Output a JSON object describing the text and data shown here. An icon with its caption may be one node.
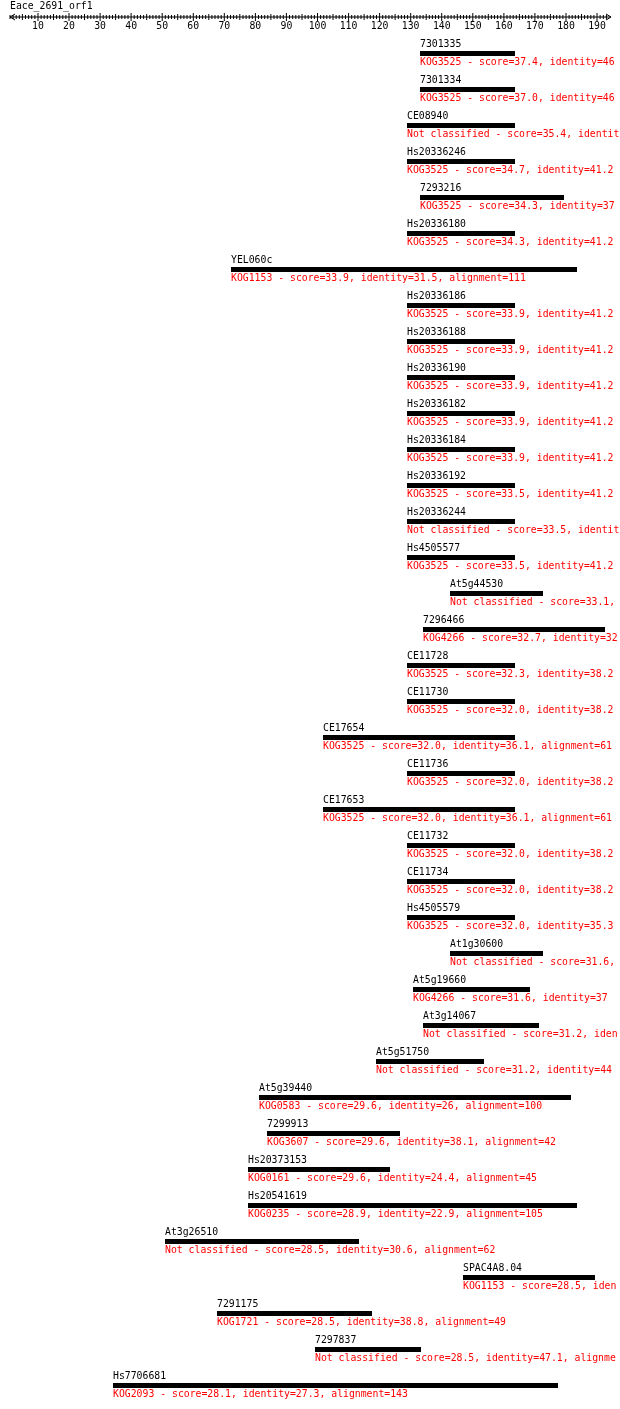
{
  "diagram": {
    "title": "Eace_2691_orf1",
    "nodes": [
      {
        "text": [
          "7301335"
        ],
        "beside": [
          "KOG3525 - score=37.4, identity=46"
        ]
      },
      {
        "text": [
          "7301334"
        ],
        "beside": [
          "KOG3525 - score=37.0, identity=46"
        ]
      },
      {
        "text": [
          "CE08940"
        ],
        "beside": [
          "Not classified - score=35.4, identit"
        ]
      },
      {
        "text": [
          "Hs20336246"
        ],
        "beside": [
          "KOG3525 - score=34.7, identity=41.2"
        ]
      },
      {
        "text": [
          "7293216"
        ],
        "beside": [
          "KOG3525 - score=34.3, identity=37"
        ]
      },
      {
        "text": [
          "Hs20336180"
        ],
        "beside": [
          "KOG3525 - score=34.3, identity=41.2"
        ]
      },
      {
        "text": [
          "YEL060c"
        ],
        "beside": [
          "KOG1153 - score=33.9, identity=31.5, alignment=111"
        ]
      },
      {
        "text": [
          "Hs20336186"
        ],
        "beside": [
          "KOG3525 - score=33.9, identity=41.2"
        ]
      },
      {
        "text": [
          "Hs20336188"
        ],
        "beside": [
          "KOG3525 - score=33.9, identity=41.2"
        ]
      },
      {
        "text": [
          "Hs20336190"
        ],
        "beside": [
          "KOG3525 - score=33.9, identity=41.2"
        ]
      },
      {
        "text": [
          "Hs20336182"
        ],
        "beside": [
          "KOG3525 - score=33.9, identity=41.2"
        ]
      },
      {
        "text": [
          "Hs20336184"
        ],
        "beside": [
          "KOG3525 - score=33.9, identity=41.2"
        ]
      },
      {
        "text": [
          "Hs20336192"
        ],
        "beside": [
          "KOG3525 - score=33.5, identity=41.2"
        ]
      },
      {
        "text": [
          "Hs20336244"
        ],
        "beside": [
          "Not classified - score=33.5, identit"
        ]
      },
      {
        "text": [
          "Hs4505577"
        ],
        "beside": [
          "KOG3525 - score=33.5, identity=41.2"
        ]
      },
      {
        "text": [
          "At5g44530"
        ],
        "beside": [
          "Not classified - score=33.1,"
        ]
      },
      {
        "text": [
          "7296466"
        ],
        "beside": [
          "KOG4266 - score=32.7, identity=32"
        ]
      },
      {
        "text": [
          "CE11728"
        ],
        "beside": [
          "KOG3525 - score=32.3, identity=38.2"
        ]
      },
      {
        "text": [
          "CE11730"
        ],
        "beside": [
          "KOG3525 - score=32.0, identity=38.2"
        ]
      },
      {
        "text": [
          "CE17654"
        ],
        "beside": [
          "KOG3525 - score=32.0, identity=36.1, alignment=61"
        ]
      },
      {
        "text": [
          "CE11736"
        ],
        "beside": [
          "KOG3525 - score=32.0, identity=38.2"
        ]
      },
      {
        "text": [
          "CE17653"
        ],
        "beside": [
          "KOG3525 - score=32.0, identity=36.1, alignment=61"
        ]
      },
      {
        "text": [
          "CE11732"
        ],
        "beside": [
          "KOG3525 - score=32.0, identity=38.2"
        ]
      },
      {
        "text": [
          "CE11734"
        ],
        "beside": [
          "KOG3525 - score=32.0, identity=38.2"
        ]
      },
      {
        "text": [
          "Hs4505579"
        ],
        "beside": [
          "KOG3525 - score=32.0, identity=35.3"
        ]
      },
      {
        "text": [
          "At1g30600"
        ],
        "beside": [
          "Not classified - score=31.6,"
        ]
      },
      {
        "text": [
          "At5g19660"
        ],
        "beside": [
          "KOG4266 - score=31.6, identity=37"
        ]
      },
      {
        "text": [
          "At3g14067"
        ],
        "beside": [
          "Not classified - score=31.2, iden"
        ]
      },
      {
        "text": [
          "At5g51750"
        ],
        "beside": [
          "Not classified - score=31.2, identity=44"
        ]
      },
      {
        "text": [
          "At5g39440"
        ],
        "beside": [
          "KOG0583 - score=29.6, identity=26, alignment=100"
        ]
      },
      {
        "text": [
          "7299913"
        ],
        "beside": [
          "KOG3607 - score=29.6, identity=38.1, alignment=42"
        ]
      },
      {
        "text": [
          "Hs20373153"
        ],
        "beside": [
          "KOG0161 - score=29.6, identity=24.4, alignment=45"
        ]
      },
      {
        "text": [
          "Hs20541619"
        ],
        "beside": [
          "KOG0235 - score=28.9, identity=22.9, alignment=105"
        ]
      },
      {
        "text": [
          "At3g26510"
        ],
        "beside": [
          "Not classified - score=28.5, identity=30.6, alignment=62"
        ]
      },
      {
        "text": [
          "SPAC4A8.04"
        ],
        "beside": [
          "KOG1153 - score=28.5, iden"
        ]
      },
      {
        "text": [
          "7291175"
        ],
        "beside": [
          "KOG1721 - score=28.5, identity=38.8, alignment=49"
        ]
      },
      {
        "text": [
          "7297837"
        ],
        "beside": [
          "Not classified - score=28.5, identity=47.1, alignme"
        ]
      },
      {
        "text": [
          "Hs7706681"
        ],
        "beside": [
          "KOG2093 - score=28.1, identity=27.3, alignment=143"
        ]
      }
    ],
    "labels": [
      "10",
      "20",
      "30",
      "40",
      "50",
      "60",
      "70",
      "80",
      "90",
      "100",
      "110",
      "120",
      "130",
      "140",
      "150",
      "160",
      "170",
      "180",
      "190"
    ]
  }
}
